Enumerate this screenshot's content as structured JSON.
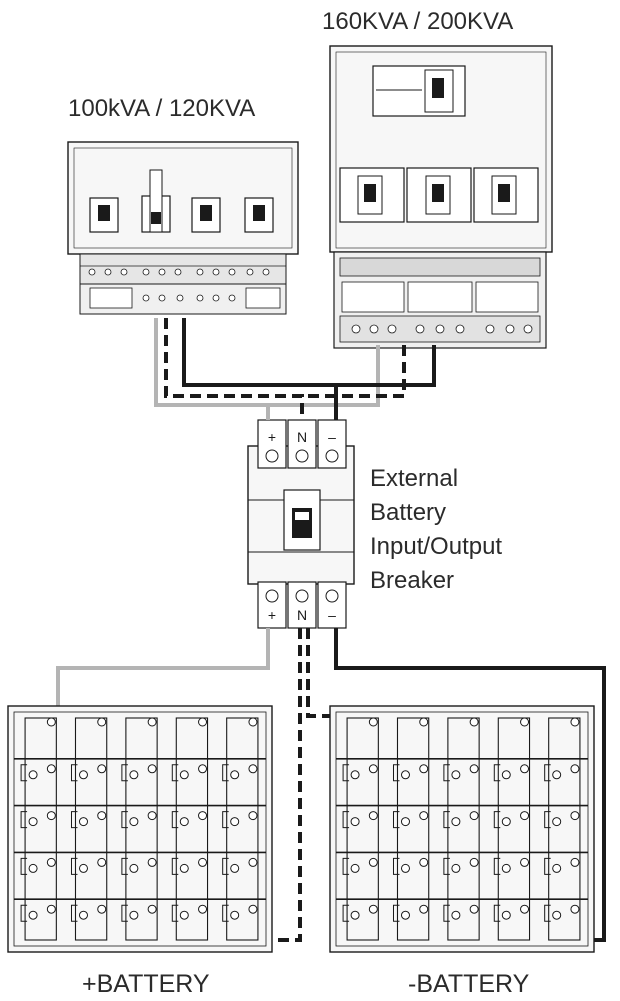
{
  "labels": {
    "ups_large": "160KVA / 200KVA",
    "ups_small": "100kVA / 120KVA",
    "breaker_line1": "External",
    "breaker_line2": "Battery",
    "breaker_line3": "Input/Output",
    "breaker_line4": "Breaker",
    "battery_pos": "+BATTERY",
    "battery_neg": "-BATTERY"
  },
  "terminals": {
    "plus": "+",
    "neutral": "N",
    "minus": "–"
  },
  "colors": {
    "line": "#1a1a1a",
    "gray_wire": "#b4b4b4",
    "cabinet_fill": "#f7f7f7",
    "panel_fill": "#e6e6e6"
  }
}
